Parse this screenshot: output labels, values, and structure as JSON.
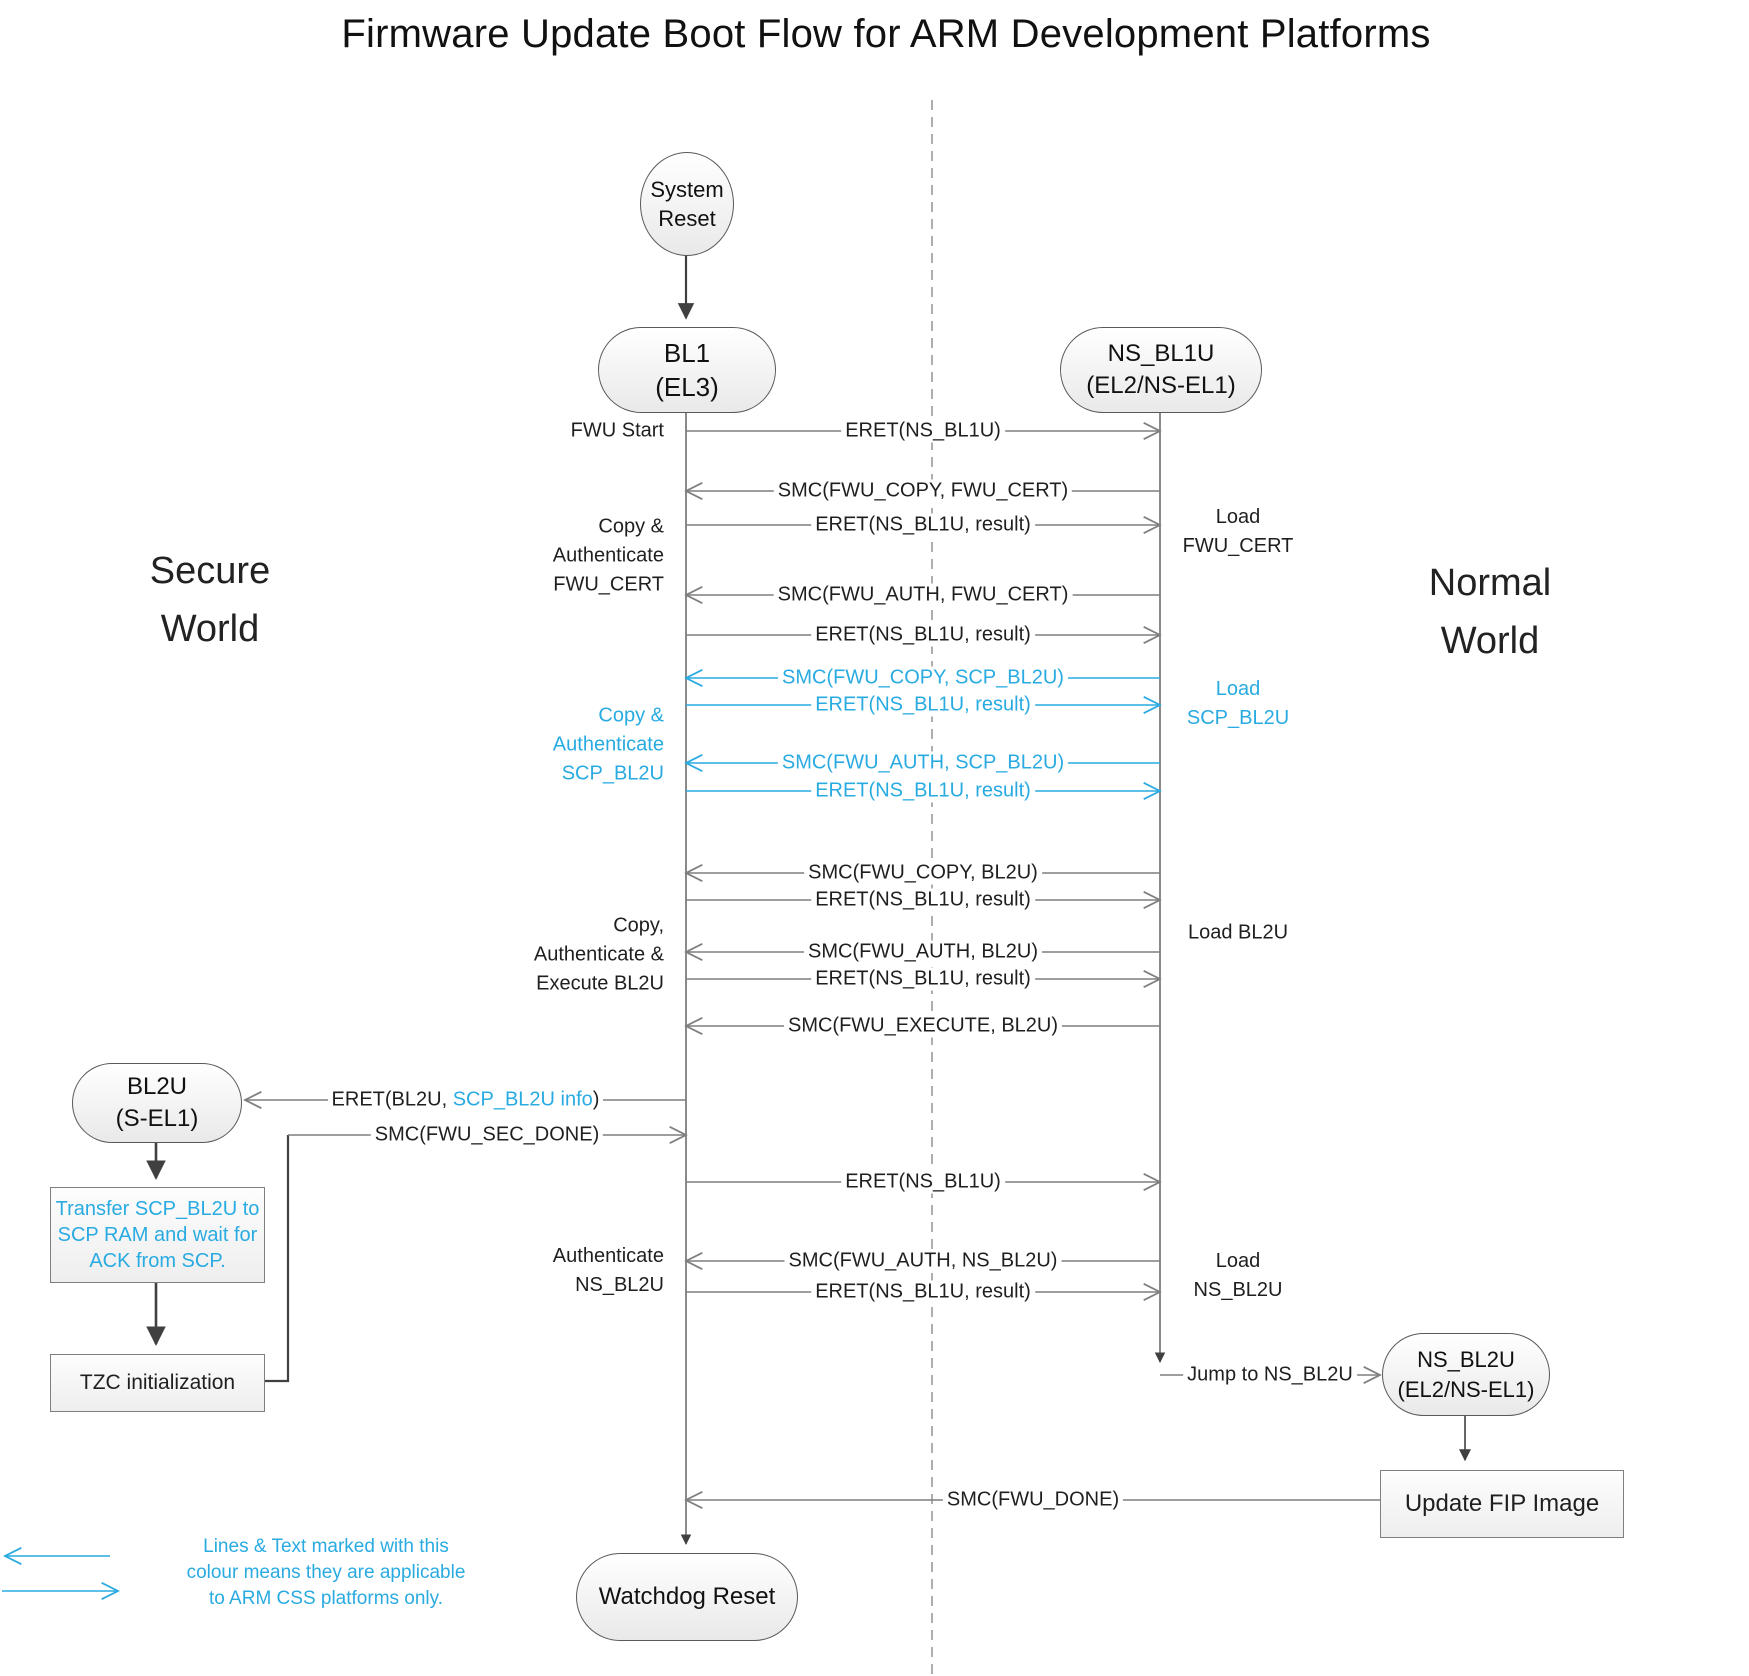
{
  "title": "Firmware Update Boot Flow for ARM Development Platforms",
  "colors": {
    "css_accent": "#29ABE2",
    "line_gray": "#7f7f7f",
    "flow_dark": "#404040"
  },
  "worlds": {
    "secure": "Secure\nWorld",
    "normal": "Normal\nWorld"
  },
  "nodes": {
    "system_reset": "System\nReset",
    "bl1": "BL1\n(EL3)",
    "ns_bl1u": "NS_BL1U\n(EL2/NS-EL1)",
    "bl2u": "BL2U\n(S-EL1)",
    "ns_bl2u": "NS_BL2U\n(EL2/NS-EL1)",
    "watchdog": "Watchdog Reset"
  },
  "process_boxes": {
    "transfer_scp": "Transfer SCP_BL2U to\nSCP RAM and wait for\nACK from SCP.",
    "tzc_init": "TZC initialization",
    "update_fip": "Update FIP Image"
  },
  "side_labels": {
    "fwu_start": "FWU Start",
    "copy_auth_fwu_cert": "Copy &\nAuthenticate\nFWU_CERT",
    "copy_auth_scp_bl2u": "Copy &\nAuthenticate\nSCP_BL2U",
    "copy_auth_exec_bl2u": "Copy,\nAuthenticate &\nExecute BL2U",
    "auth_ns_bl2u": "Authenticate\nNS_BL2U",
    "load_fwu_cert": "Load\nFWU_CERT",
    "load_scp_bl2u": "Load\nSCP_BL2U",
    "load_bl2u": "Load BL2U",
    "load_ns_bl2u": "Load\nNS_BL2U"
  },
  "messages": [
    {
      "label": "ERET(NS_BL1U)",
      "dir": "right",
      "css": false
    },
    {
      "label": "SMC(FWU_COPY, FWU_CERT)",
      "dir": "left",
      "css": false
    },
    {
      "label": "ERET(NS_BL1U, result)",
      "dir": "right",
      "css": false
    },
    {
      "label": "SMC(FWU_AUTH, FWU_CERT)",
      "dir": "left",
      "css": false
    },
    {
      "label": "ERET(NS_BL1U, result)",
      "dir": "right",
      "css": false
    },
    {
      "label": "SMC(FWU_COPY, SCP_BL2U)",
      "dir": "left",
      "css": true
    },
    {
      "label": "ERET(NS_BL1U, result)",
      "dir": "right",
      "css": true
    },
    {
      "label": "SMC(FWU_AUTH, SCP_BL2U)",
      "dir": "left",
      "css": true
    },
    {
      "label": "ERET(NS_BL1U, result)",
      "dir": "right",
      "css": true
    },
    {
      "label": "SMC(FWU_COPY, BL2U)",
      "dir": "left",
      "css": false
    },
    {
      "label": "ERET(NS_BL1U, result)",
      "dir": "right",
      "css": false
    },
    {
      "label": "SMC(FWU_AUTH, BL2U)",
      "dir": "left",
      "css": false
    },
    {
      "label": "ERET(NS_BL1U, result)",
      "dir": "right",
      "css": false
    },
    {
      "label": "SMC(FWU_EXECUTE, BL2U)",
      "dir": "left",
      "css": false
    },
    {
      "parts": [
        {
          "text": "ERET(BL2U, ",
          "css": false
        },
        {
          "text": "SCP_BL2U info",
          "css": true
        },
        {
          "text": ")",
          "css": false
        }
      ],
      "dir": "left",
      "css": false
    },
    {
      "label": "SMC(FWU_SEC_DONE)",
      "dir": "right",
      "css": false
    },
    {
      "label": "ERET(NS_BL1U)",
      "dir": "right",
      "css": false
    },
    {
      "label": "SMC(FWU_AUTH, NS_BL2U)",
      "dir": "left",
      "css": false
    },
    {
      "label": "ERET(NS_BL1U, result)",
      "dir": "right",
      "css": false
    },
    {
      "label": "Jump to NS_BL2U",
      "dir": "right",
      "css": false
    },
    {
      "label": "SMC(FWU_DONE)",
      "dir": "left",
      "css": false
    }
  ],
  "legend": {
    "text": "Lines & Text marked with this\ncolour means they are applicable\nto ARM CSS platforms only."
  }
}
